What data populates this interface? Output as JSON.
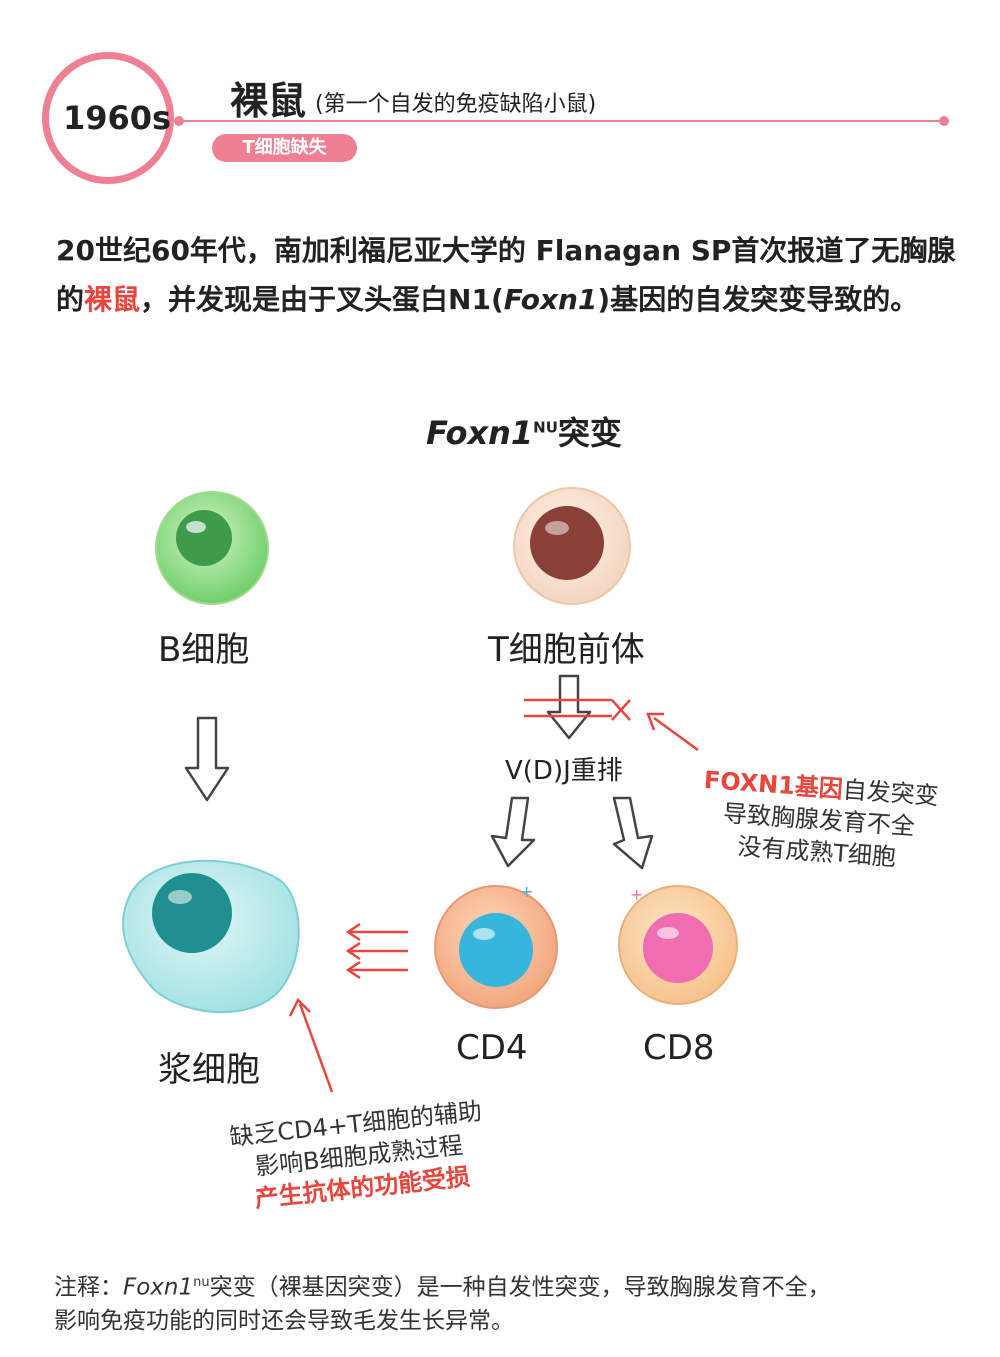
{
  "header": {
    "year": "1960s",
    "title": "裸鼠",
    "subtitle": "(第一个自发的免疫缺陷小鼠)",
    "tag": "T细胞缺失"
  },
  "intro": {
    "part1": "20世纪60年代，南加利福尼亚大学的 Flanagan SP首次报道了无胸腺的",
    "highlight": "裸鼠",
    "part2": "，并发现是由于叉头蛋白N1(",
    "gene": "Foxn1",
    "part3": ")基因的自发突变导致的。"
  },
  "diagram": {
    "title_main": "Foxn1",
    "title_sup": "NU",
    "title_suffix": "突变",
    "labels": {
      "b_cell": "B细胞",
      "t_precursor": "T细胞前体",
      "vdj": "V(D)J重排",
      "plasma_cell": "浆细胞",
      "cd4": "CD4",
      "cd8": "CD8"
    },
    "note_right": {
      "red": "FOXN1基因",
      "line1_rest": "自发突变",
      "line2": "导致胸腺发育不全",
      "line3": "没有成熟T细胞"
    },
    "note_bottom": {
      "line1": "缺乏CD4+T细胞的辅助",
      "line2": "影响B细胞成熟过程",
      "line3": "产生抗体的功能受损"
    },
    "colors": {
      "b_cell": "#6fcf6a",
      "t_precursor": "#f3d6c0",
      "plasma_cell": "#9fe0e2",
      "cd4": "#f2a77d",
      "cd8": "#f6c28c",
      "accent_red": "#e8453c"
    }
  },
  "footer": {
    "prefix": "注释：",
    "gene": "Foxn1",
    "sup": "nu",
    "line1_rest": "突变（裸基因突变）是一种自发性突变，导致胸腺发育不全，",
    "line2": "影响免疫功能的同时还会导致毛发生长异常。"
  }
}
